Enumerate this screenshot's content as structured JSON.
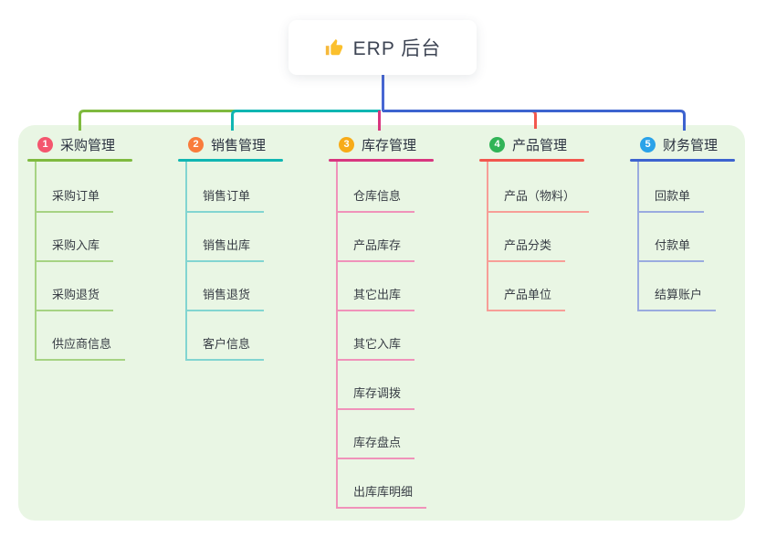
{
  "root": {
    "icon": "thumbs-up",
    "title": "ERP 后台"
  },
  "branches": [
    {
      "index": "1",
      "label": "采购管理",
      "badge_color": "#f4566e",
      "line_color": "#7fba3f",
      "children": [
        "采购订单",
        "采购入库",
        "采购退货",
        "供应商信息"
      ]
    },
    {
      "index": "2",
      "label": "销售管理",
      "badge_color": "#f97c3c",
      "line_color": "#10b6b2",
      "children": [
        "销售订单",
        "销售出库",
        "销售退货",
        "客户信息"
      ]
    },
    {
      "index": "3",
      "label": "库存管理",
      "badge_color": "#f7ab18",
      "line_color": "#d8367f",
      "children": [
        "仓库信息",
        "产品库存",
        "其它出库",
        "其它入库",
        "库存调拨",
        "库存盘点",
        "出库库明细"
      ]
    },
    {
      "index": "4",
      "label": "产品管理",
      "badge_color": "#31b457",
      "line_color": "#f2574e",
      "children": [
        "产品（物料）",
        "产品分类",
        "产品单位"
      ]
    },
    {
      "index": "5",
      "label": "财务管理",
      "badge_color": "#2aa2e9",
      "line_color": "#3d63cf",
      "children": [
        "回款单",
        "付款单",
        "结算账户"
      ]
    }
  ],
  "colors": {
    "canvas_bg": "#ffffff",
    "panel_bg": "#e9f6e4",
    "root_connector": "#4766d3",
    "thumb_icon": "#f6b93b"
  }
}
